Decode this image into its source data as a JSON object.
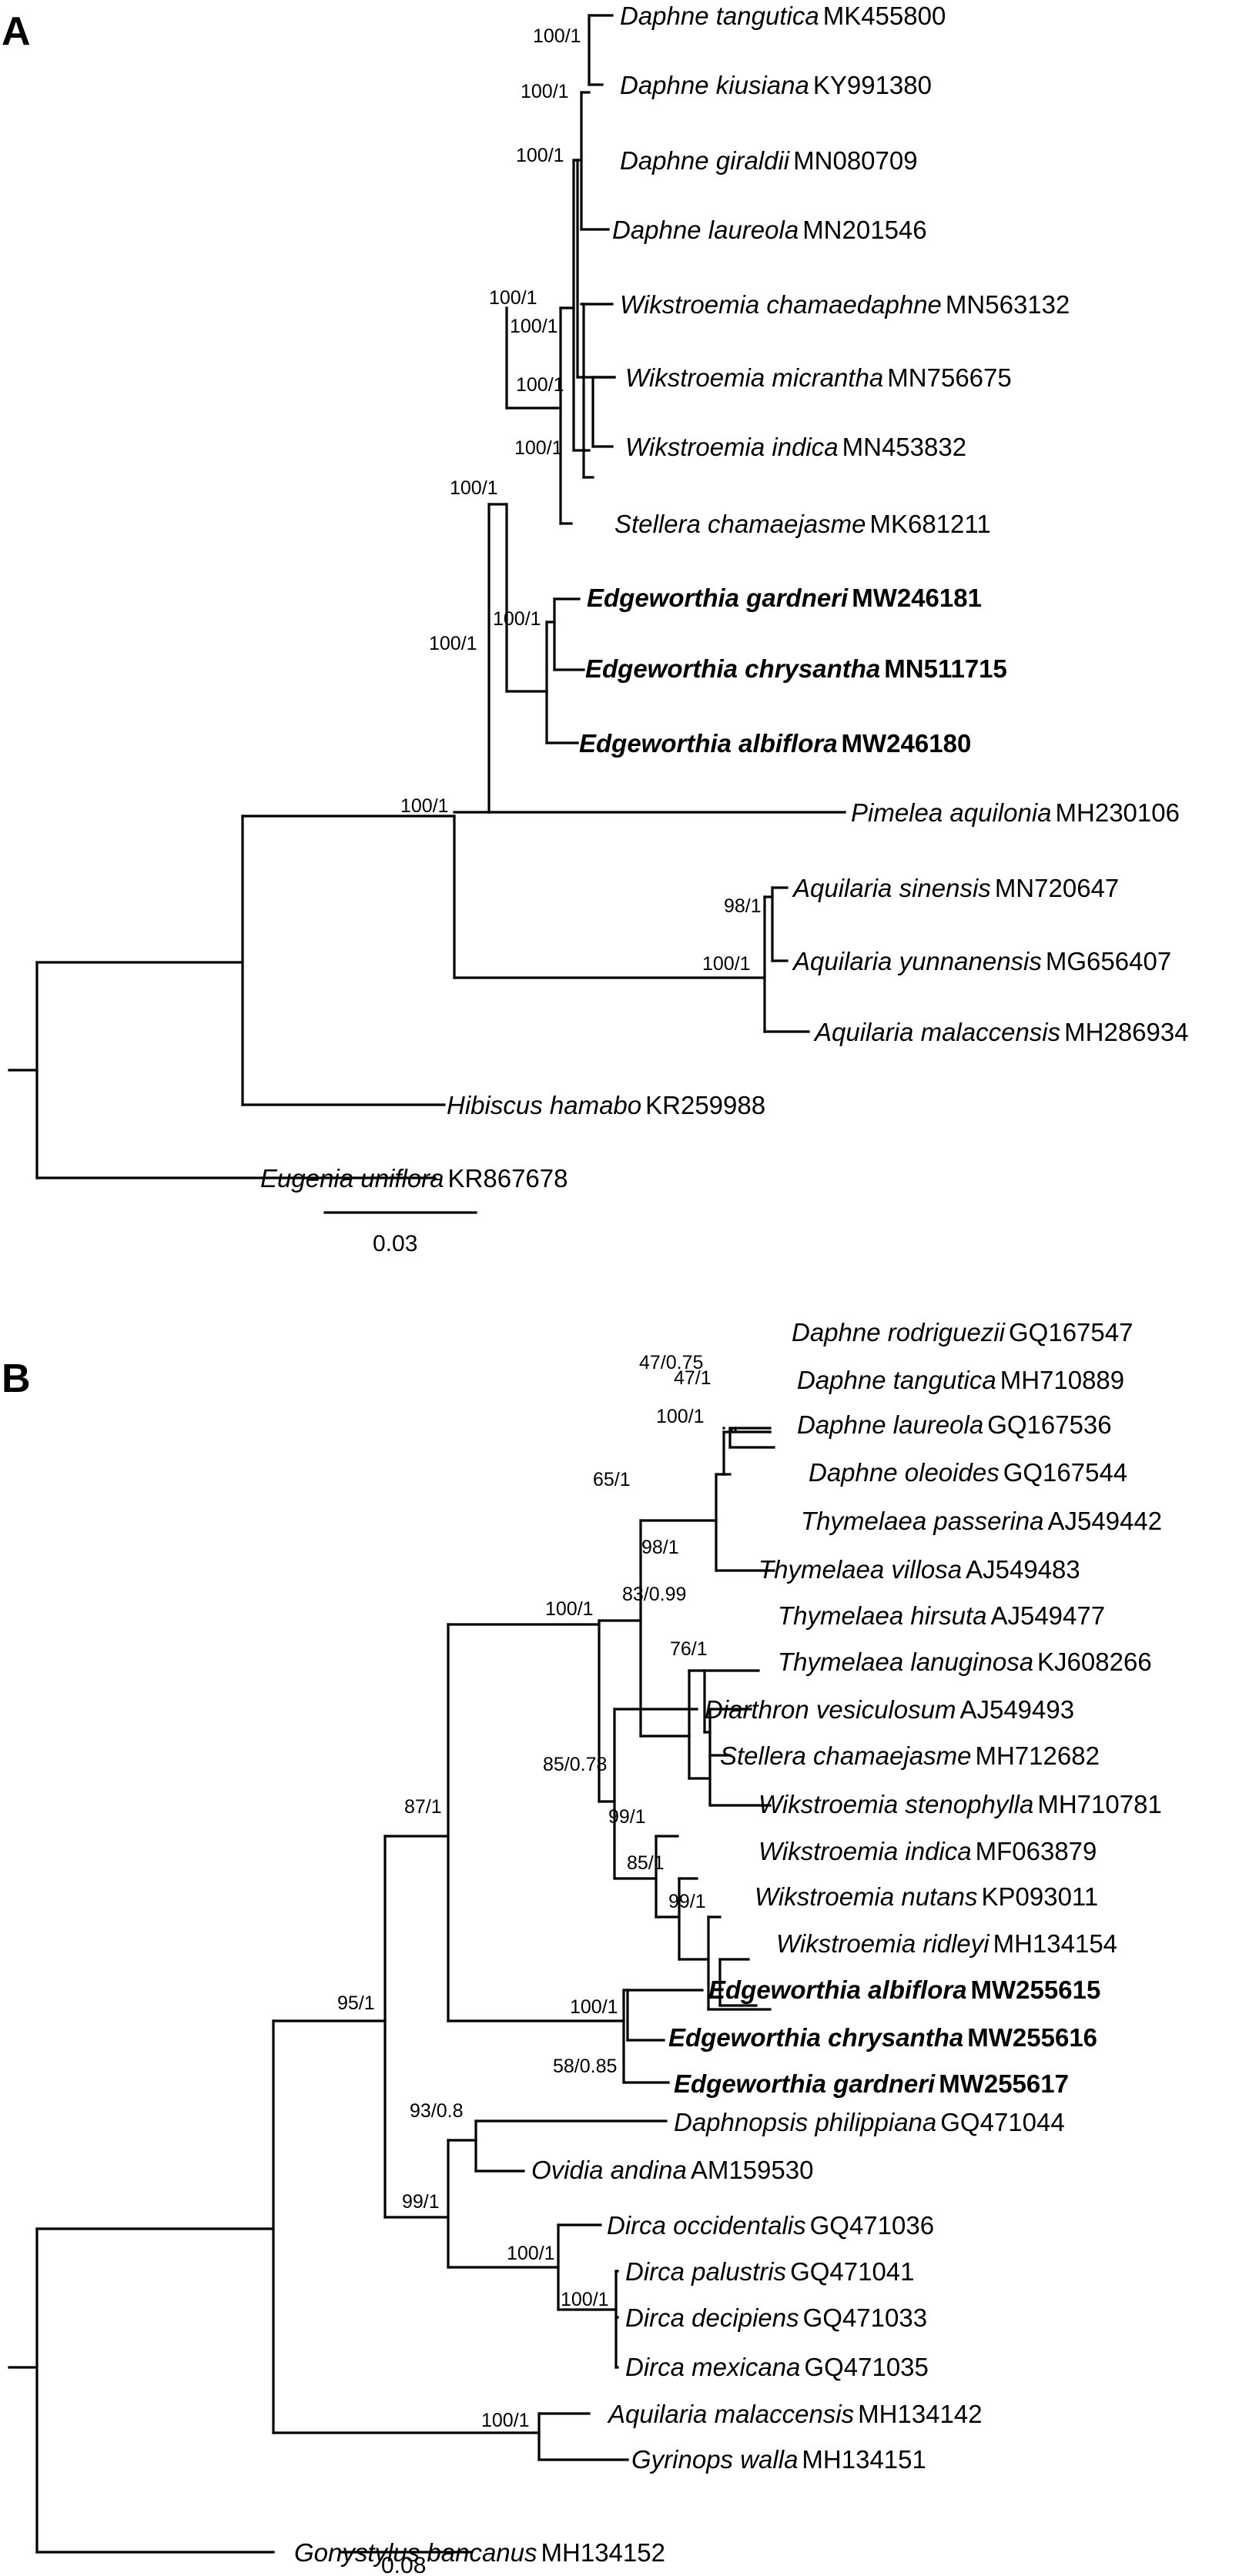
{
  "panels": {
    "A": {
      "label": "A",
      "scale_bar": "0.03",
      "supports": [
        "100/1",
        "100/1",
        "100/1",
        "100/1",
        "100/1",
        "100/1",
        "100/1",
        "100/1",
        "100/1",
        "100/1",
        "100/1",
        "98/1",
        "100/1"
      ],
      "tips": [
        {
          "species": "Daphne tangutica",
          "accession": "MK455800",
          "bold": false
        },
        {
          "species": "Daphne kiusiana",
          "accession": "KY991380",
          "bold": false
        },
        {
          "species": "Daphne giraldii",
          "accession": "MN080709",
          "bold": false
        },
        {
          "species": "Daphne laureola",
          "accession": "MN201546",
          "bold": false
        },
        {
          "species": "Wikstroemia chamaedaphne",
          "accession": "MN563132",
          "bold": false
        },
        {
          "species": "Wikstroemia micrantha",
          "accession": "MN756675",
          "bold": false
        },
        {
          "species": "Wikstroemia indica",
          "accession": "MN453832",
          "bold": false
        },
        {
          "species": "Stellera chamaejasme",
          "accession": "MK681211",
          "bold": false
        },
        {
          "species": "Edgeworthia gardneri",
          "accession": "MW246181",
          "bold": true
        },
        {
          "species": "Edgeworthia chrysantha",
          "accession": "MN511715",
          "bold": true
        },
        {
          "species": "Edgeworthia albiflora",
          "accession": "MW246180",
          "bold": true
        },
        {
          "species": "Pimelea aquilonia",
          "accession": "MH230106",
          "bold": false
        },
        {
          "species": "Aquilaria sinensis",
          "accession": "MN720647",
          "bold": false
        },
        {
          "species": "Aquilaria yunnanensis",
          "accession": "MG656407",
          "bold": false
        },
        {
          "species": "Aquilaria malaccensis",
          "accession": "MH286934",
          "bold": false
        },
        {
          "species": "Hibiscus hamabo",
          "accession": "KR259988",
          "bold": false
        },
        {
          "species": "Eugenia uniflora",
          "accession": "KR867678",
          "bold": false
        }
      ]
    },
    "B": {
      "label": "B",
      "scale_bar": "0.08",
      "supports": [
        "47/0.75",
        "47/1",
        "100/1",
        "65/1",
        "98/1",
        "83/0.99",
        "76/1",
        "100/1",
        "85/0.78",
        "99/1",
        "85/1",
        "99/1",
        "87/1",
        "100/1",
        "58/0.85",
        "95/1",
        "93/0.8",
        "99/1",
        "100/1",
        "100/1",
        "100/1"
      ],
      "tips": [
        {
          "species": "Daphne rodriguezii",
          "accession": "GQ167547",
          "bold": false
        },
        {
          "species": "Daphne tangutica",
          "accession": "MH710889",
          "bold": false
        },
        {
          "species": "Daphne laureola",
          "accession": "GQ167536",
          "bold": false
        },
        {
          "species": "Daphne oleoides",
          "accession": "GQ167544",
          "bold": false
        },
        {
          "species": "Thymelaea passerina",
          "accession": "AJ549442",
          "bold": false
        },
        {
          "species": "Thymelaea villosa",
          "accession": "AJ549483",
          "bold": false
        },
        {
          "species": "Thymelaea hirsuta",
          "accession": "AJ549477",
          "bold": false
        },
        {
          "species": "Thymelaea lanuginosa",
          "accession": "KJ608266",
          "bold": false
        },
        {
          "species": "Diarthron vesiculosum",
          "accession": "AJ549493",
          "bold": false
        },
        {
          "species": "Stellera chamaejasme",
          "accession": "MH712682",
          "bold": false
        },
        {
          "species": "Wikstroemia stenophylla",
          "accession": "MH710781",
          "bold": false
        },
        {
          "species": "Wikstroemia indica",
          "accession": "MF063879",
          "bold": false
        },
        {
          "species": "Wikstroemia nutans",
          "accession": "KP093011",
          "bold": false
        },
        {
          "species": "Wikstroemia ridleyi",
          "accession": "MH134154",
          "bold": false
        },
        {
          "species": "Edgeworthia albiflora",
          "accession": "MW255615",
          "bold": true
        },
        {
          "species": "Edgeworthia chrysantha",
          "accession": "MW255616",
          "bold": true
        },
        {
          "species": "Edgeworthia gardneri",
          "accession": "MW255617",
          "bold": true
        },
        {
          "species": "Daphnopsis philippiana",
          "accession": "GQ471044",
          "bold": false
        },
        {
          "species": "Ovidia andina",
          "accession": "AM159530",
          "bold": false
        },
        {
          "species": "Dirca occidentalis",
          "accession": "GQ471036",
          "bold": false
        },
        {
          "species": "Dirca palustris",
          "accession": "GQ471041",
          "bold": false
        },
        {
          "species": "Dirca decipiens",
          "accession": "GQ471033",
          "bold": false
        },
        {
          "species": "Dirca mexicana",
          "accession": "GQ471035",
          "bold": false
        },
        {
          "species": "Aquilaria malaccensis",
          "accession": "MH134142",
          "bold": false
        },
        {
          "species": "Gyrinops walla",
          "accession": "MH134151",
          "bold": false
        },
        {
          "species": "Gonystylus bancanus",
          "accession": "MH134152",
          "bold": false
        }
      ]
    }
  }
}
